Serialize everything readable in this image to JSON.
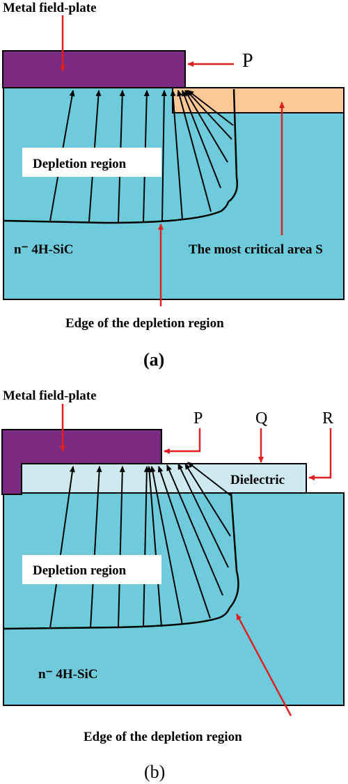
{
  "panel_a": {
    "metal_label": "Metal field-plate",
    "p_label": "P",
    "depletion_label": "Depletion region",
    "substrate_label": "n⁻ 4H-SiC",
    "critical_label": "The most critical area S",
    "edge_label": "Edge of the depletion region",
    "caption": "(a)"
  },
  "panel_b": {
    "metal_label": "Metal field-plate",
    "p_label": "P",
    "q_label": "Q",
    "r_label": "R",
    "dielectric_label": "Dielectric",
    "depletion_label": "Depletion region",
    "substrate_label": "n⁻ 4H-SiC",
    "edge_label": "Edge of the depletion region",
    "caption": "(b)"
  },
  "colors": {
    "substrate": "#6ecbdc",
    "metal": "#7a2a80",
    "p_region": "#fcc896",
    "dielectric": "#cfe9f1",
    "arrow_red": "#e02020",
    "field_line": "#000000"
  }
}
